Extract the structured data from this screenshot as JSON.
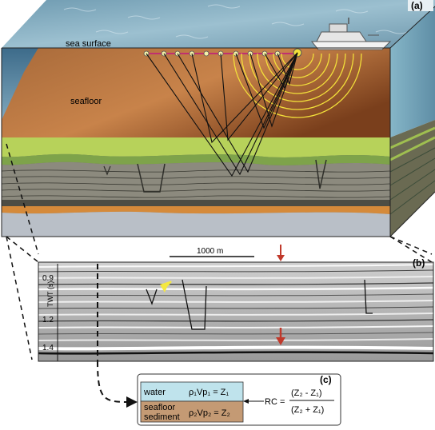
{
  "panel_a": {
    "tag": "(a)",
    "sea_surface_label": "sea surface",
    "seafloor_label": "seafloor"
  },
  "panel_b": {
    "tag": "(b)",
    "scale_bar_label": "1000 m",
    "axis_label": "TWT (s)",
    "ticks": [
      "0.9",
      "1.2",
      "1.4"
    ]
  },
  "panel_c": {
    "tag": "(c)",
    "water_label": "water",
    "water_eq": "ρ₁Vp₁ = Z₁",
    "sediment_label_1": "seafloor",
    "sediment_label_2": "sediment",
    "sediment_eq": "ρ₂Vp₂ = Z₂",
    "rc_prefix": "RC =",
    "rc_numerator": "(Z₂ - Z₁)",
    "rc_denominator": "(Z₂ + Z₁)"
  },
  "colors": {
    "sea": "#7ea7bd",
    "seafloor": "#c07a45",
    "arrow_red": "#c0392b",
    "arrow_yellow": "#f4e842",
    "wave_yellow": "#f2df3a"
  }
}
